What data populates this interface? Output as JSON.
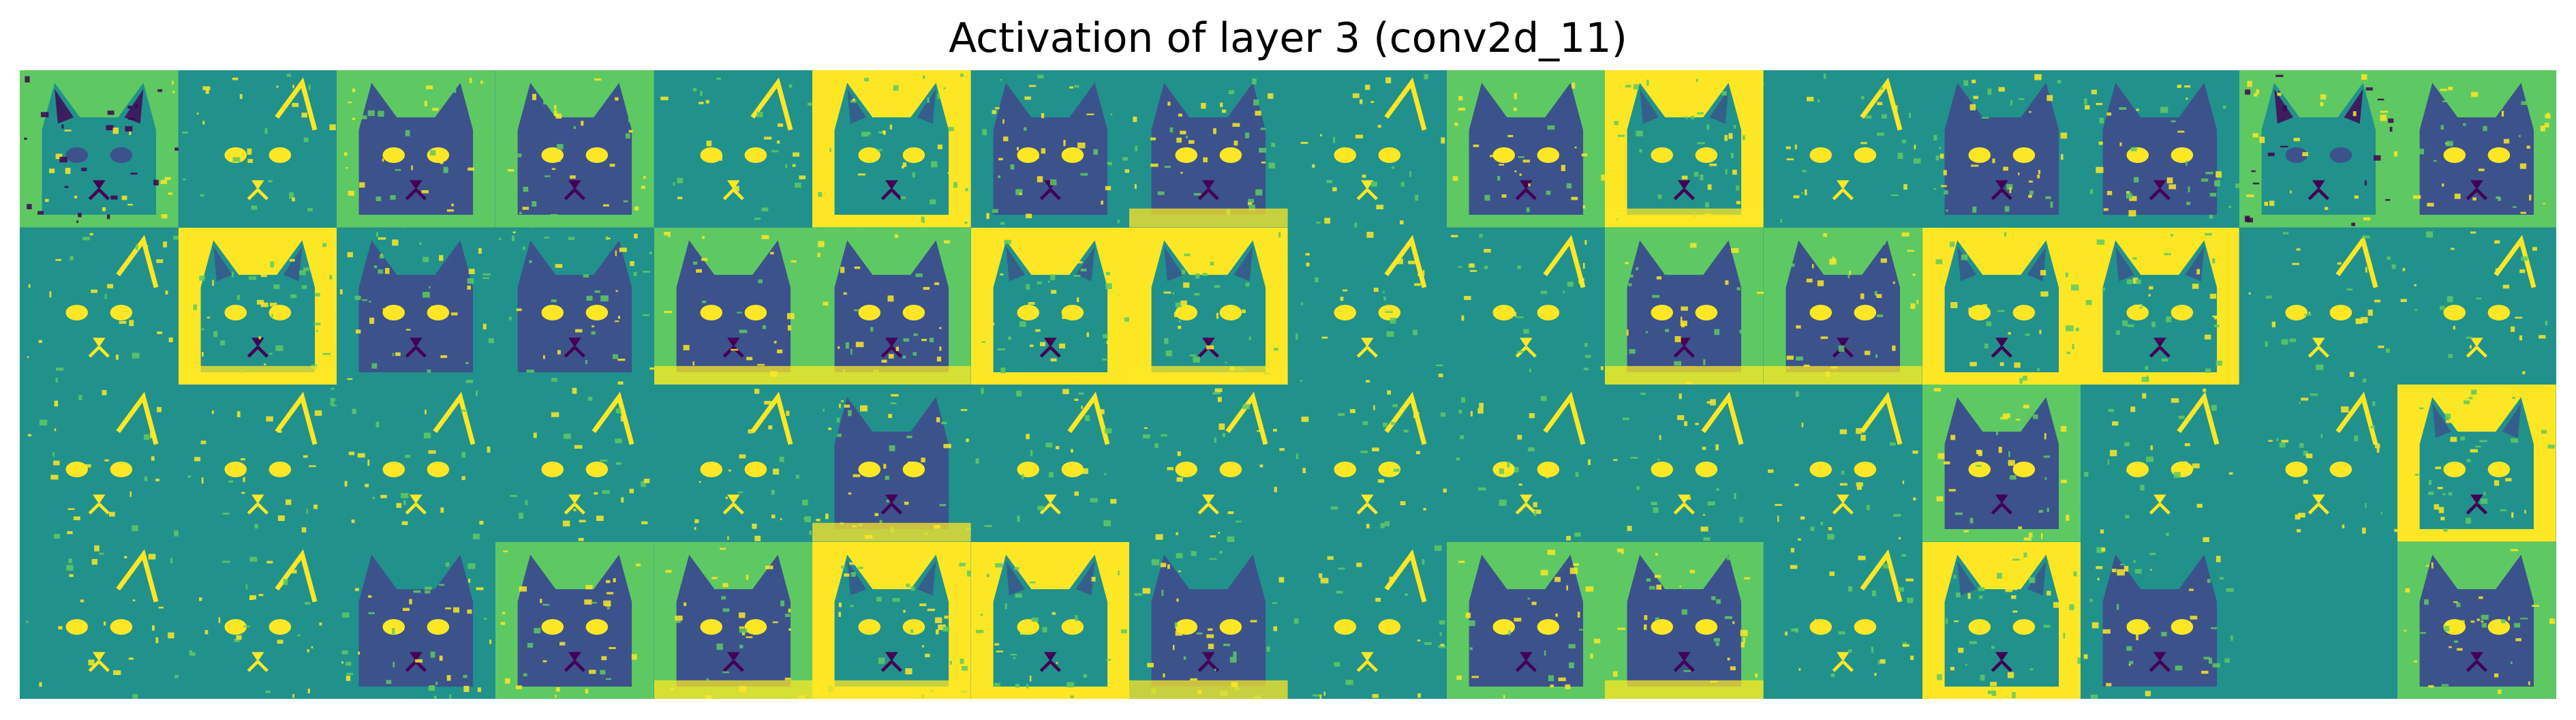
{
  "title": "Activation of layer 3 (conv2d_11)",
  "grid": {
    "rows": 4,
    "cols": 16
  },
  "colormap": {
    "name": "viridis",
    "stops": [
      "#440154",
      "#3b528b",
      "#21918c",
      "#5ec962",
      "#fde725"
    ]
  },
  "channel_styles": [
    "S",
    "T",
    "D",
    "D",
    "T",
    "D",
    "D",
    "D",
    "T",
    "D",
    "D",
    "T",
    "D",
    "D",
    "S",
    "D",
    "T",
    "D",
    "D",
    "D",
    "D",
    "D",
    "D",
    "D",
    "T",
    "T",
    "D",
    "D",
    "D",
    "D",
    "T",
    "T",
    "T",
    "T",
    "T",
    "T",
    "T",
    "D",
    "T",
    "T",
    "T",
    "T",
    "T",
    "T",
    "D",
    "T",
    "T",
    "D",
    "T",
    "T",
    "D",
    "D",
    "D",
    "D",
    "D",
    "D",
    "T",
    "D",
    "D",
    "T",
    "D",
    "D",
    "E",
    "D"
  ]
}
